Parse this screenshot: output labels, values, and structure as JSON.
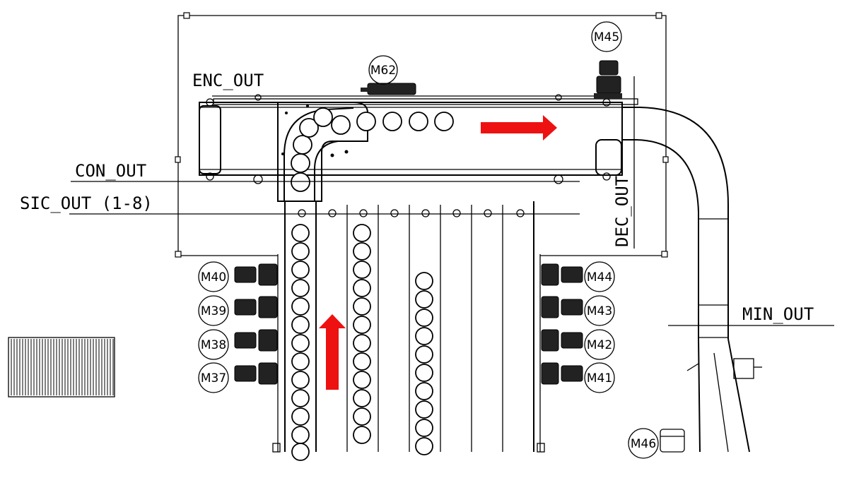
{
  "labels": {
    "enc_out": "ENC_OUT",
    "con_out": "CON_OUT",
    "sic_out": "SIC_OUT (1-8)",
    "dec_out": "DEC_OUT",
    "min_out": "MIN_OUT"
  },
  "motors": {
    "m62": "M62",
    "m45": "M45",
    "m40": "M40",
    "m39": "M39",
    "m38": "M38",
    "m37": "M37",
    "m44": "M44",
    "m43": "M43",
    "m42": "M42",
    "m41": "M41",
    "m46": "M46"
  },
  "colors": {
    "flow_arrow": "#ee1111",
    "line": "#000000",
    "background": "#ffffff"
  },
  "icons": {
    "flow_arrow_up": "arrow-up-icon",
    "flow_arrow_right": "arrow-right-icon"
  }
}
